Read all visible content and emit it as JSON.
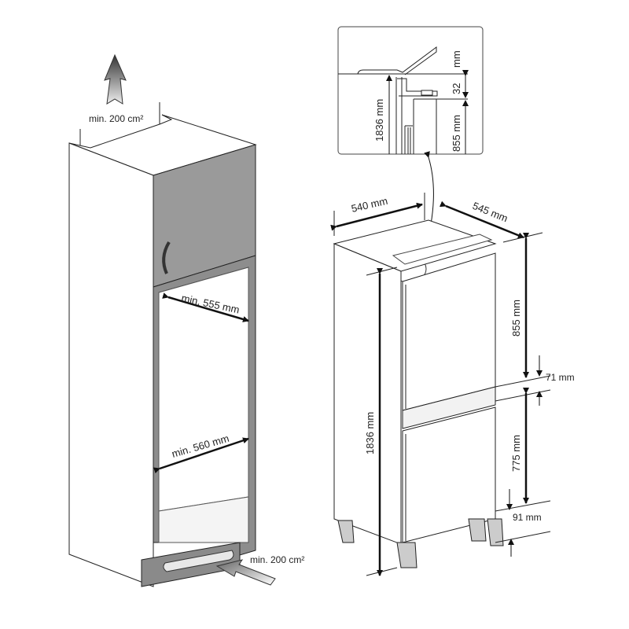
{
  "cabinet": {
    "top_vent_label": "min. 200 cm²",
    "bottom_vent_label": "min. 200 cm²",
    "depth_label": "min. 555 mm",
    "width_label": "min. 560 mm"
  },
  "inset": {
    "mm_label": "mm",
    "gap_label": "32",
    "height_label": "1836 mm",
    "upper_label": "855 mm"
  },
  "appliance": {
    "width_label": "540 mm",
    "depth_label": "545 mm",
    "upper_height_label": "855 mm",
    "middle_gap_label": "71 mm",
    "total_height_label": "1836 mm",
    "lower_height_label": "775 mm",
    "bottom_gap_label": "91 mm"
  }
}
